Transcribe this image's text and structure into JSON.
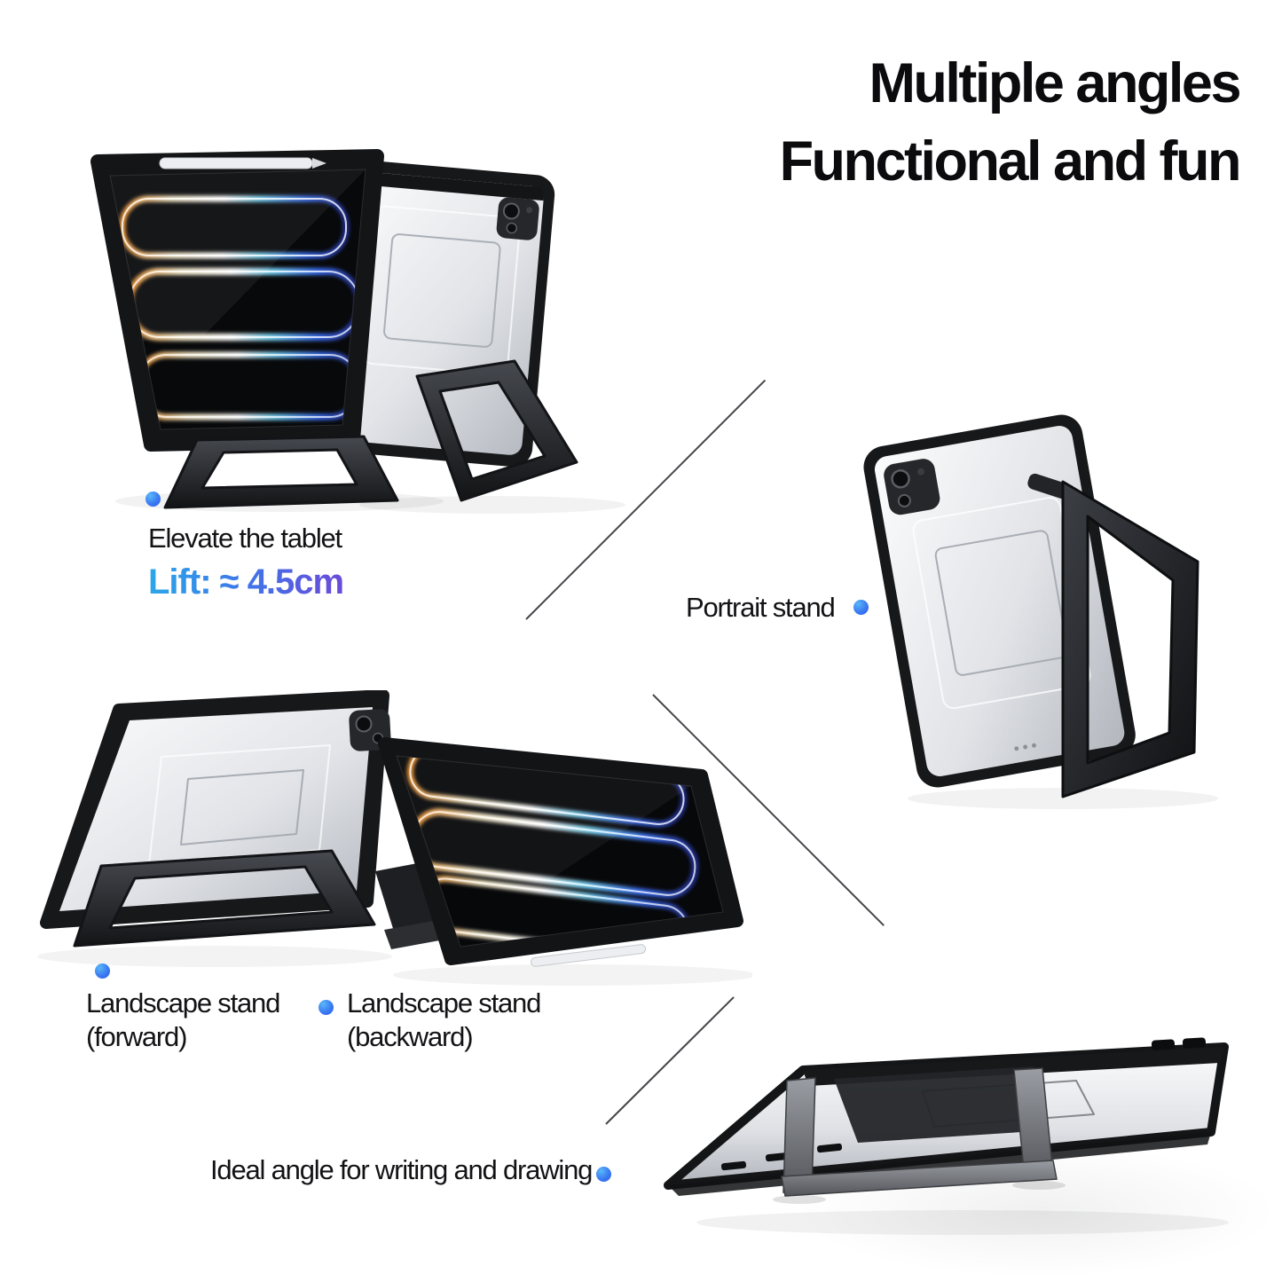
{
  "title": {
    "line1": "Multiple angles",
    "line2": "Functional and fun"
  },
  "sections": {
    "elevate": {
      "label": "Elevate the tablet",
      "lift_label": "Lift: ≈ 4.5cm"
    },
    "portrait": {
      "label": "Portrait stand"
    },
    "landscape_forward": {
      "line1": "Landscape stand",
      "line2": "(forward)"
    },
    "landscape_backward": {
      "line1": "Landscape stand",
      "line2": "(backward)"
    },
    "writing": {
      "label": "Ideal angle for writing and drawing"
    }
  },
  "icons": {
    "bullet": "blue-gradient-dot ●"
  },
  "colors": {
    "background": "#FFFFFF",
    "title_text": "#0B0B0D",
    "label_text": "#131316",
    "accent_dot": "#3B82F6",
    "lift_gradient_start": "#2BA7E9",
    "lift_gradient_end": "#6A4BD9",
    "divider_line": "#45454A",
    "case_black": "#17181A",
    "back_silver": "#E3E5E9"
  }
}
